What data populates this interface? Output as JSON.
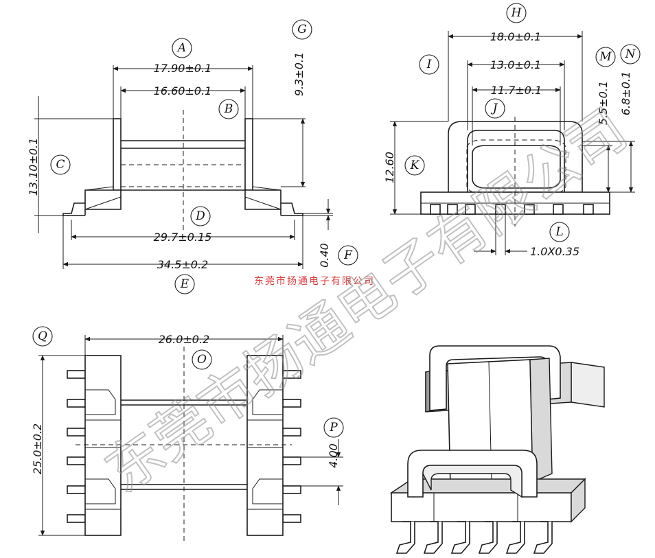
{
  "dimensions": {
    "a": "17.90±0.1",
    "b": "16.60±0.1",
    "g": "9.3±0.1",
    "c": "13.10±0.1",
    "d": "29.7±0.15",
    "f": "0.40",
    "e": "34.5±0.2",
    "h": "18.0±0.1",
    "i": "13.0±0.1",
    "j": "11.7±0.1",
    "k": "12.60",
    "m": "5.5±0.1",
    "n": "6.8±0.1",
    "l": "1.0X0.35",
    "q": "26.0±0.2",
    "o": "25.0±0.2",
    "p": "4.00"
  },
  "callouts": {
    "A": "A",
    "B": "B",
    "C": "C",
    "D": "D",
    "E": "E",
    "F": "F",
    "G": "G",
    "H": "H",
    "I": "I",
    "J": "J",
    "K": "K",
    "L": "L",
    "M": "M",
    "N": "N",
    "O": "O",
    "P": "P",
    "Q": "Q"
  },
  "watermark": {
    "small": "东莞市扬通电子有限公司",
    "large": "东莞市扬通电子有限公司"
  }
}
